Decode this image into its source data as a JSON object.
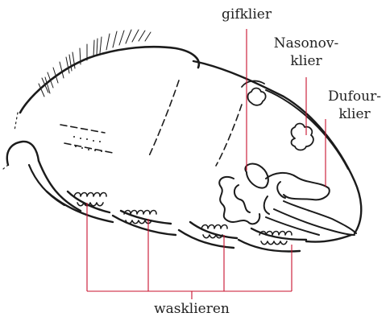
{
  "labels": {
    "gifklier": "gifklier",
    "nasonov_line1": "Nasonov-",
    "nasonov_line2": "klier",
    "dufour_line1": "Dufour-",
    "dufour_line2": "klier",
    "wasklieren": "wasklieren"
  },
  "colors": {
    "leader_line": "#c8102e",
    "ink": "#1b1b1b",
    "background": "#ffffff"
  }
}
